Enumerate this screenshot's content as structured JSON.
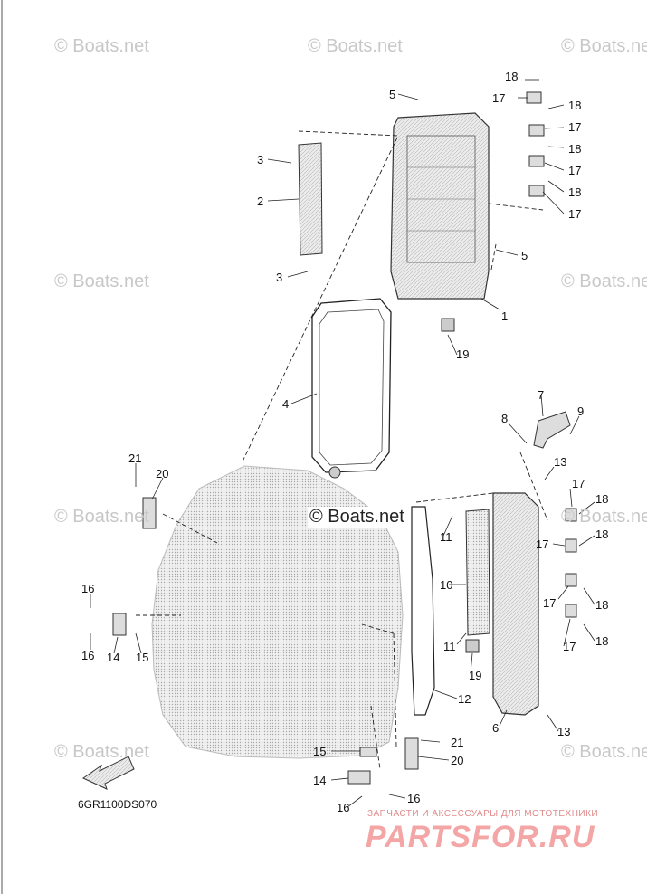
{
  "watermarks": {
    "text": "© Boats.net",
    "center_text": "© Boats.net"
  },
  "diagram_code": "6GR1100DS070",
  "brand": {
    "tagline": "ЗАПЧАСТИ И АКСЕССУАРЫ ДЛЯ МОТОТЕХНИКИ",
    "name": "PARTSFOR.RU"
  },
  "callouts": [
    "1",
    "2",
    "3",
    "3",
    "4",
    "5",
    "5",
    "6",
    "7",
    "8",
    "9",
    "10",
    "11",
    "11",
    "12",
    "13",
    "13",
    "14",
    "14",
    "15",
    "15",
    "16",
    "16",
    "16",
    "16",
    "17",
    "17",
    "17",
    "17",
    "17",
    "17",
    "17",
    "17",
    "18",
    "18",
    "18",
    "18",
    "18",
    "18",
    "18",
    "18",
    "19",
    "19",
    "20",
    "20",
    "21",
    "21"
  ],
  "colors": {
    "line": "#222222",
    "part_fill": "#d9d9d9",
    "engine_fill": "#e6e6e6",
    "watermark": "#c8c8c8",
    "brand": "#f4a6a6"
  }
}
